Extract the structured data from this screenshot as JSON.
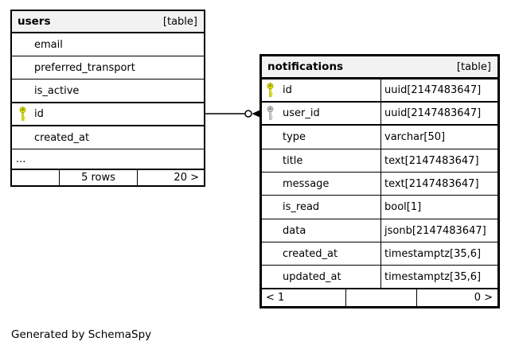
{
  "canvas": {
    "background": "#ffffff"
  },
  "colors": {
    "border": "#000000",
    "header_bg": "#f2f2f2",
    "pk_key": "#dcdc00",
    "pk_key_stroke": "#9a9a00",
    "fk_key": "#c6c6c6",
    "fk_key_stroke": "#8f8f8f"
  },
  "users_table": {
    "title": "users",
    "badge": "[table]",
    "rows": [
      {
        "name": "email"
      },
      {
        "name": "preferred_transport"
      },
      {
        "name": "is_active"
      },
      {
        "name": "id",
        "key": "primary"
      },
      {
        "name": "created_at"
      }
    ],
    "ellipsis": "...",
    "footer": {
      "left": "",
      "center": "5 rows",
      "right": "20 >"
    }
  },
  "notifications_table": {
    "title": "notifications",
    "badge": "[table]",
    "rows": [
      {
        "name": "id",
        "type": "uuid[2147483647]",
        "key": "primary"
      },
      {
        "name": "user_id",
        "type": "uuid[2147483647]",
        "key": "foreign"
      },
      {
        "name": "type",
        "type": "varchar[50]"
      },
      {
        "name": "title",
        "type": "text[2147483647]"
      },
      {
        "name": "message",
        "type": "text[2147483647]"
      },
      {
        "name": "is_read",
        "type": "bool[1]"
      },
      {
        "name": "data",
        "type": "jsonb[2147483647]"
      },
      {
        "name": "created_at",
        "type": "timestamptz[35,6]"
      },
      {
        "name": "updated_at",
        "type": "timestamptz[35,6]"
      }
    ],
    "footer": {
      "left": "< 1",
      "center": "",
      "right": "0 >"
    }
  },
  "relationship": {
    "from_table": "users",
    "from_column": "id",
    "to_table": "notifications",
    "to_column": "user_id"
  },
  "generated_note": "Generated by SchemaSpy"
}
